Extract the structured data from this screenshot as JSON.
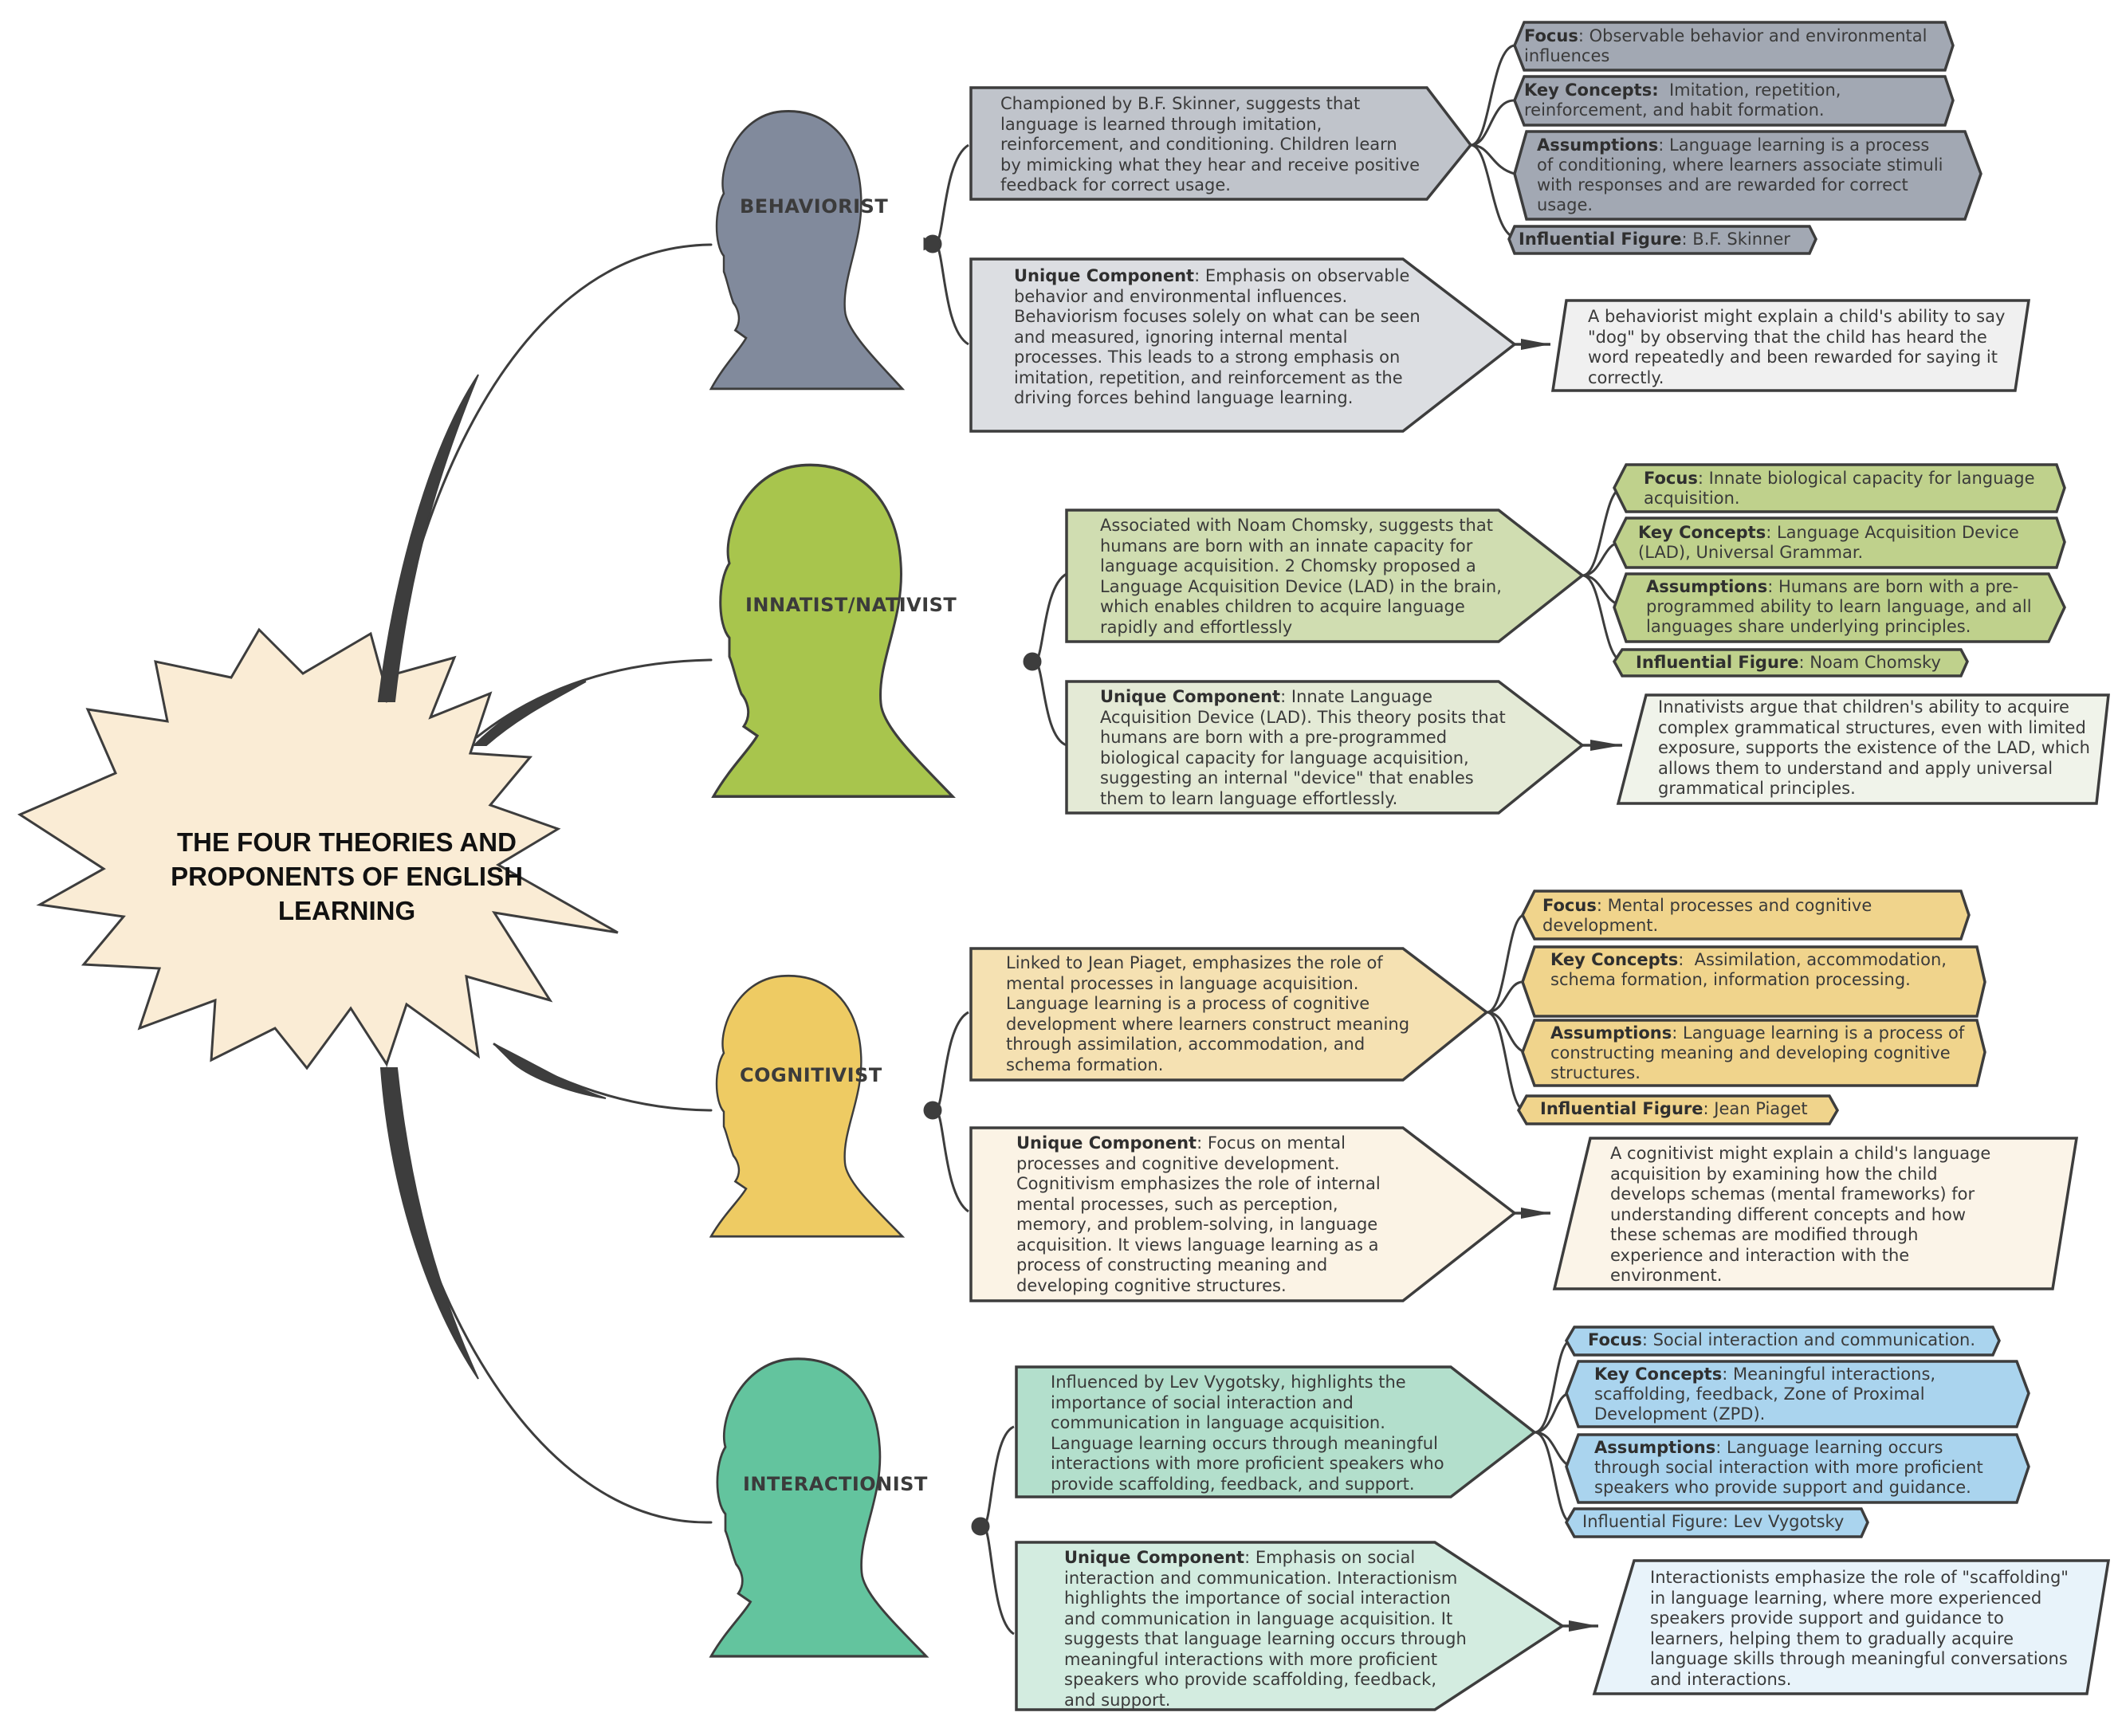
{
  "title": "THE FOUR THEORIES AND PROPONENTS OF ENGLISH LEARNING",
  "colors": {
    "outline": "#3d3d3d",
    "center_fill": "#faecd5",
    "behaviorist": "#818a9c",
    "innatist": "#a8c54d",
    "cognitivist": "#eecb63",
    "interactionist": "#63c49e"
  },
  "theories": [
    {
      "name": "BEHAVIORIST",
      "description": "Championed by B.F. Skinner, suggests that language is learned through imitation, reinforcement, and conditioning. Children learn by mimicking what they hear and receive positive feedback for correct usage.",
      "focus_label": "Focus",
      "focus": "Observable behavior and environmental influences",
      "concepts_label": "Key Concepts:",
      "concepts": "Imitation, repetition, reinforcement, and habit formation.",
      "assumptions_label": "Assumptions",
      "assumptions": "Language learning is a process of conditioning, where learners associate stimuli with responses and are rewarded for correct usage.",
      "figure_label": "Influential Figure",
      "figure": "B.F. Skinner",
      "unique_label": "Unique Component",
      "unique": "Emphasis on observable behavior and environmental influences. Behaviorism focuses solely on what can be seen and measured, ignoring internal mental processes. This leads to a strong emphasis on imitation, repetition, and reinforcement as the driving forces behind language learning.",
      "example": "A behaviorist might explain a child's ability to say \"dog\" by observing that the child has heard the word repeatedly and been rewarded for saying it correctly."
    },
    {
      "name": "INNATIST/NATIVIST",
      "description": "Associated with Noam Chomsky, suggests that humans are born with an innate capacity for language acquisition. 2  Chomsky proposed a Language Acquisition Device (LAD) in the brain, which enables children to acquire language rapidly and effortlessly",
      "focus_label": "Focus",
      "focus": "Innate biological capacity for language acquisition.",
      "concepts_label": "Key Concepts",
      "concepts": "Language Acquisition Device (LAD), Universal Grammar.",
      "assumptions_label": "Assumptions",
      "assumptions": "Humans are born with a pre-programmed ability to learn language, and all languages share underlying principles.",
      "figure_label": "Influential Figure",
      "figure": "Noam Chomsky",
      "unique_label": "Unique Component",
      "unique": "Innate Language Acquisition Device (LAD). This theory posits that humans are born with a pre-programmed biological capacity for language acquisition, suggesting an internal \"device\" that enables them to learn language effortlessly.",
      "example": "Innativists argue that children's ability to acquire complex grammatical structures, even with limited exposure, supports the existence of the LAD, which allows them to understand and apply universal grammatical principles."
    },
    {
      "name": "COGNITIVIST",
      "description": "Linked to Jean Piaget, emphasizes the role of mental processes in language acquisition. Language learning is a process of cognitive development where learners construct meaning through assimilation, accommodation, and schema formation.",
      "focus_label": "Focus",
      "focus": "Mental processes and cognitive development.",
      "concepts_label": "Key Concepts",
      "concepts": "Assimilation, accommodation, schema formation, information processing.",
      "assumptions_label": "Assumptions",
      "assumptions": "Language learning is a process of constructing meaning and developing cognitive structures.",
      "figure_label": "Influential Figure",
      "figure": "Jean Piaget",
      "unique_label": "Unique Component",
      "unique": "Focus on mental processes and cognitive development. Cognitivism emphasizes the role of internal mental processes, such as perception, memory, and problem-solving, in language acquisition. It views language learning as a process of constructing meaning and developing cognitive structures.",
      "example": "A cognitivist might explain a child's language acquisition by examining how the child develops schemas (mental frameworks) for understanding different concepts and how these schemas are modified through experience and interaction with the environment."
    },
    {
      "name": "INTERACTIONIST",
      "description": "Influenced by Lev Vygotsky, highlights the importance of social interaction and communication in language acquisition. Language learning occurs through meaningful interactions with more proficient speakers who provide scaffolding, feedback, and support.",
      "focus_label": "Focus",
      "focus": "Social interaction and communication.",
      "concepts_label": "Key Concepts",
      "concepts": "Meaningful interactions, scaffolding, feedback, Zone of Proximal Development (ZPD).",
      "assumptions_label": "Assumptions",
      "assumptions": "Language learning occurs through social interaction with more proficient speakers who provide support and guidance.",
      "figure_label": "",
      "figure": "Influential Figure: Lev Vygotsky",
      "unique_label": "Unique Component",
      "unique": "Emphasis on social interaction and communication. Interactionism highlights the importance of social interaction and communication in language acquisition. It suggests that language learning occurs through meaningful interactions with more proficient speakers who provide scaffolding, feedback, and support.",
      "example": "Interactionists emphasize the role of \"scaffolding\" in language learning, where more experienced speakers provide support and guidance to learners, helping them to gradually acquire language skills through meaningful conversations and interactions."
    }
  ]
}
